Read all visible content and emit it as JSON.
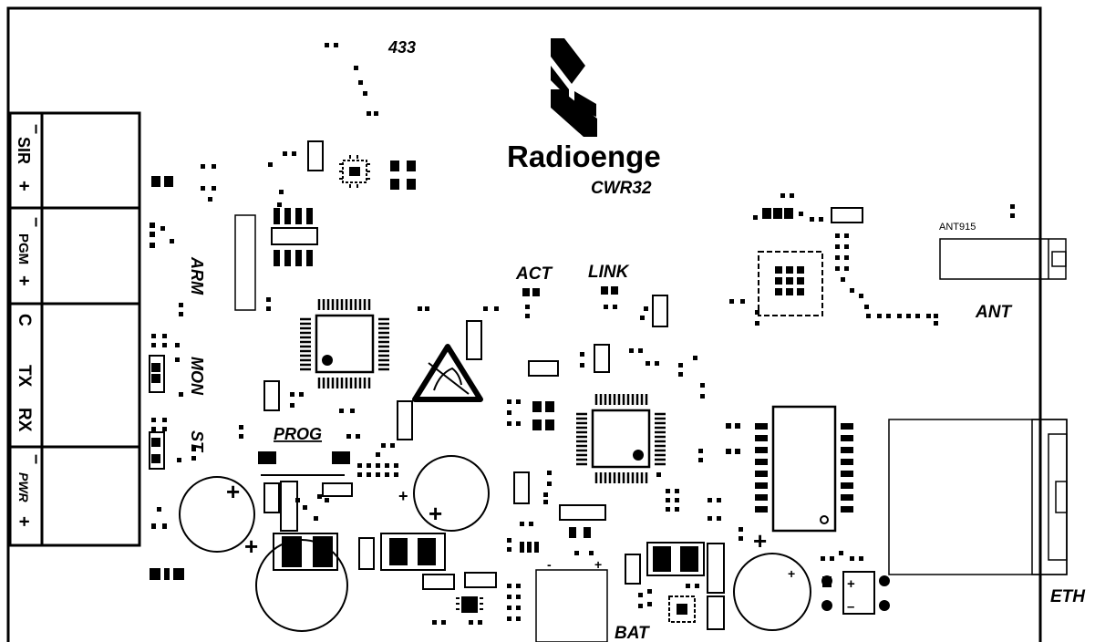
{
  "board": {
    "brand": "Radioenge",
    "model": "CWR32"
  },
  "connectors": {
    "sir": [
      "–",
      "SIR",
      "+"
    ],
    "pgm": [
      "–",
      "PGM",
      "+"
    ],
    "comm": [
      "C",
      "TX",
      "RX"
    ],
    "pwr": [
      "–",
      "PWR",
      "+"
    ]
  },
  "labels": {
    "freq_433": "433",
    "arm": "ARM",
    "mon": "MON",
    "st": "ST",
    "prog": "PROG",
    "act": "ACT",
    "link": "LINK",
    "ant915": "ANT915",
    "ant": "ANT",
    "eth": "ETH",
    "bat": "BAT",
    "bat_minus": "-",
    "bat_plus": "+",
    "cap_plus": "+",
    "diode_plus": "+",
    "diode_minus": "–"
  },
  "icons": {
    "logo": "radioenge-logo-icon",
    "esd": "esd-warning-icon"
  },
  "colors": {
    "ink": "#000000",
    "board": "#ffffff"
  }
}
